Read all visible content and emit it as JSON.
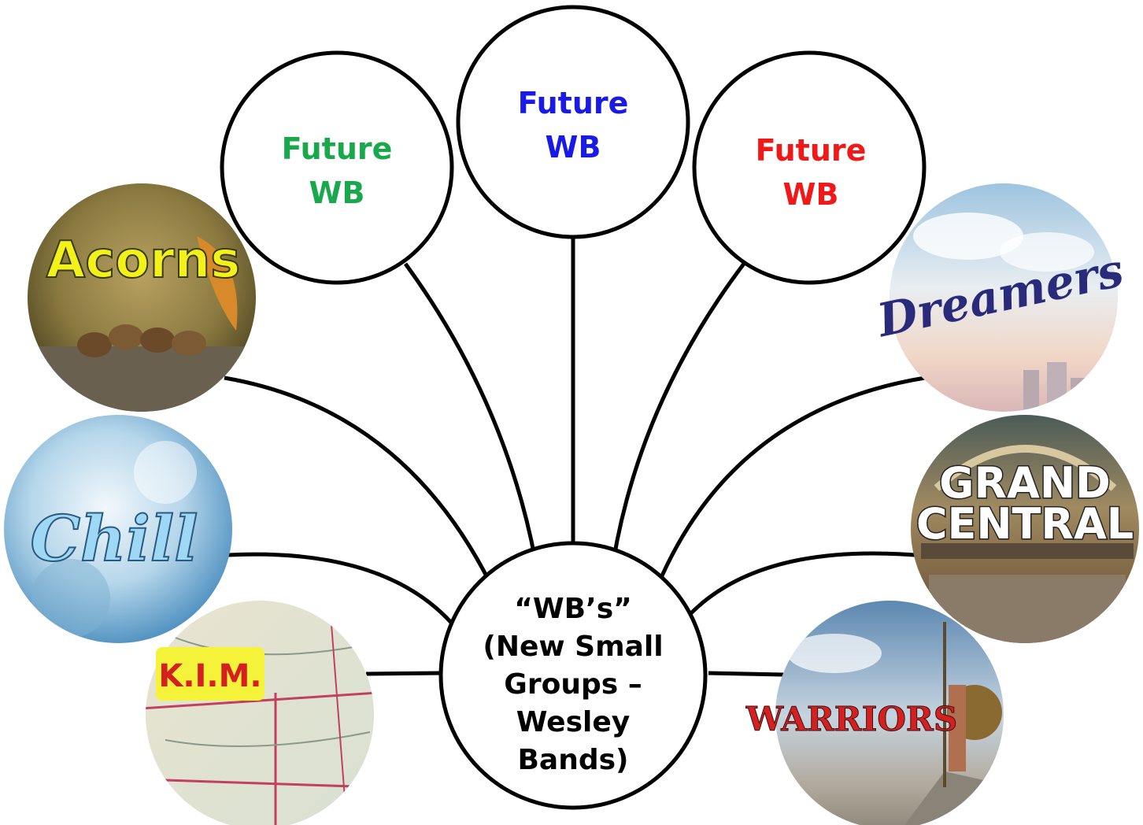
{
  "center": {
    "lines": [
      "“WB’s”",
      "(New Small",
      "Groups –",
      "Wesley",
      "Bands)"
    ]
  },
  "future_nodes": [
    {
      "line1": "Future",
      "line2": "WB",
      "color": "#1aa84c"
    },
    {
      "line1": "Future",
      "line2": "WB",
      "color": "#1a1ae6"
    },
    {
      "line1": "Future",
      "line2": "WB",
      "color": "#f01818"
    }
  ],
  "groups": [
    {
      "label": "Acorns",
      "style": "autumn photo with acorns",
      "text_color": "#f2f21a"
    },
    {
      "label": "Chill",
      "style": "icy blue frost",
      "text_color": "#9fd8f5"
    },
    {
      "label": "K.I.M.",
      "style": "vintage map",
      "text_color": "#d42020",
      "label_bg": "#f5f23a"
    },
    {
      "label": "Dreamers",
      "style": "watercolor sky",
      "text_color": "#2a2a7a"
    },
    {
      "label": "GRAND",
      "label2": "CENTRAL",
      "style": "train station hall",
      "text_color": "#ffffff"
    },
    {
      "label": "WARRIORS",
      "style": "spartan on rock",
      "text_color": "#d42020"
    }
  ],
  "colors": {
    "stroke": "#000000",
    "accent_green": "#1aa84c",
    "accent_blue": "#1a1ae6",
    "accent_red": "#f01818"
  }
}
